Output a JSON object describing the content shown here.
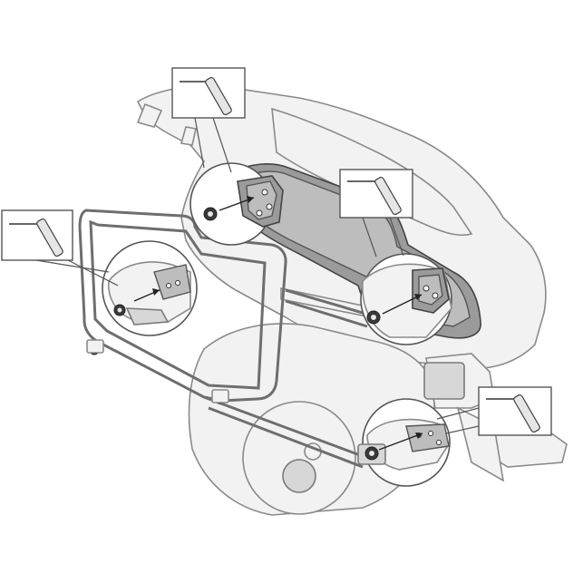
{
  "diagram": {
    "colors": {
      "line": "#6e6e6e",
      "bike_fill": "#f2f2f2",
      "plate_fill": "#9b9b9b",
      "spacer_fill": "#3a3a3a"
    },
    "callouts": [
      {
        "icon": "allen-key-icon"
      },
      {
        "icon": "allen-key-icon"
      },
      {
        "icon": "allen-key-icon"
      },
      {
        "icon": "allen-key-icon"
      }
    ],
    "detail_views": [
      {
        "content": "rear-upper-mount"
      },
      {
        "content": "front-lower-mount"
      },
      {
        "content": "under-seat-mount"
      },
      {
        "content": "lower-rear-mount"
      }
    ]
  }
}
